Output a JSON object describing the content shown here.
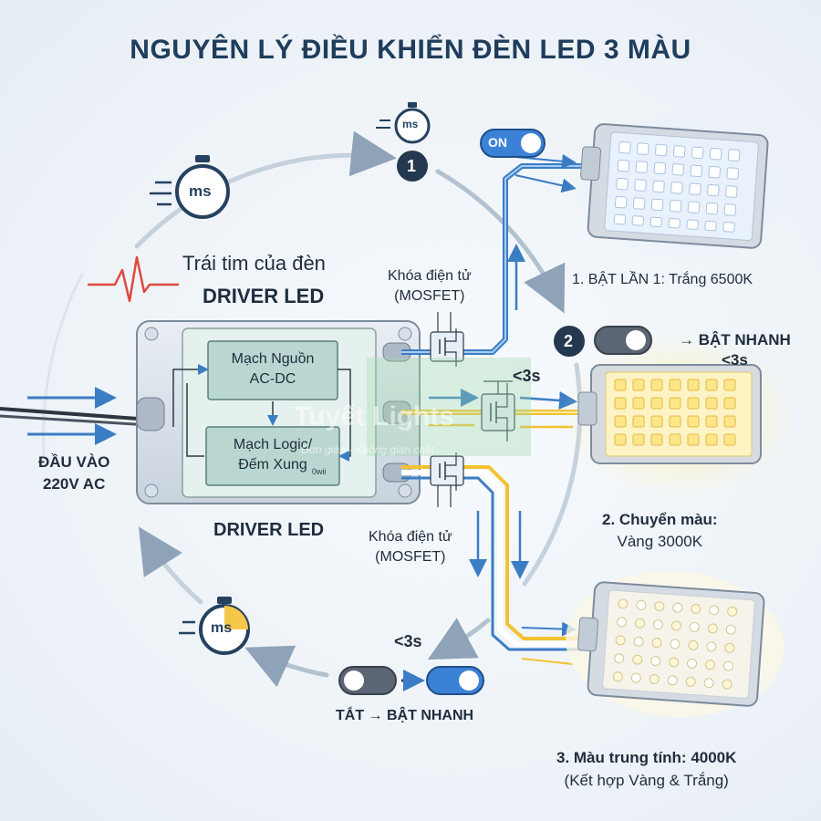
{
  "title": "NGUYÊN LÝ ĐIỀU KHIỂN ĐÈN LED 3 MÀU",
  "heart_label": "Trái tim của đèn",
  "driver_label_top": "DRIVER LED",
  "driver_label_bottom": "DRIVER LED",
  "input_label_line1": "ĐẦU VÀO",
  "input_label_line2": "220V AC",
  "modules": {
    "power_line1": "Mạch Nguồn",
    "power_line2": "AC-DC",
    "logic_line1": "Mạch Logic/",
    "logic_line2": "Đếm Xung",
    "logic_small": "0wii"
  },
  "mosfet_top_line1": "Khóa điện tử",
  "mosfet_top_line2": "(MOSFET)",
  "mosfet_bottom_line1": "Khóa điện tử",
  "mosfet_bottom_line2": "(MOSFET)",
  "on_badge": "ON",
  "timer_label": "ms",
  "step_numbers": {
    "one": "1",
    "two": "2"
  },
  "step1": "1. BẬT LẦN 1: Trắng 6500K",
  "quick_on_line1": "→ BẬT NHANH",
  "quick_on_line2": "<3s",
  "lt3_mid": "<3s",
  "lt3_bottom": "<3s",
  "step2_line1": "2. Chuyển màu:",
  "step2_line2": "Vàng 3000K",
  "step3_line1": "3. Màu trung tính: 4000K",
  "step3_line2": "(Kết hợp Vàng & Trắng)",
  "off_on": "TẮT → BẬT NHANH",
  "watermark": "Tuyết Lights",
  "watermark_sub": "Đơn giản - Không gian chất",
  "colors": {
    "title": "#1f3d5c",
    "cool_white": "#dbeafe",
    "warm_yellow": "#fde68a",
    "blue_wire": "#3b7dc4",
    "yellow_wire": "#f2c230",
    "heartbeat": "#e0483f",
    "toggle_on": "#3b82d6",
    "toggle_off": "#5b6573"
  }
}
